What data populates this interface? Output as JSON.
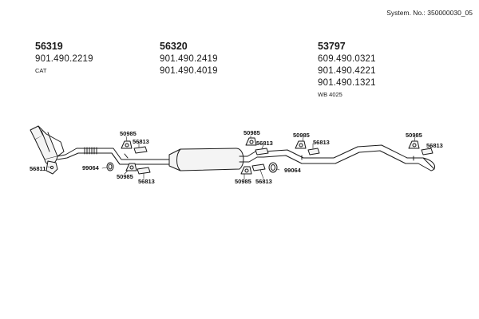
{
  "header": {
    "system_no": "System. No.: 350000030_05"
  },
  "groups": [
    {
      "main": "56319",
      "parts": [
        "901.490.2219"
      ],
      "note": "CAT"
    },
    {
      "main": "56320",
      "parts": [
        "901.490.2419",
        "901.490.4019"
      ],
      "note": ""
    },
    {
      "main": "53797",
      "parts": [
        "609.490.0321",
        "901.490.4221",
        "901.490.1321"
      ],
      "note": "WB 4025"
    }
  ],
  "callouts": {
    "c56811": "56811",
    "c99064a": "99064",
    "c50985a": "50985",
    "c56813a": "56813",
    "c50985b": "50985",
    "c56813b": "56813",
    "c50985c": "50985",
    "c56813c": "56813",
    "c50985d": "50985",
    "c56813d": "56813",
    "c99064b": "99064",
    "c50985e": "50985",
    "c56813e": "56813",
    "c50985f": "50985",
    "c56813f": "56813"
  },
  "colors": {
    "line": "#1a1a1a",
    "fill": "#f4f4f4"
  }
}
